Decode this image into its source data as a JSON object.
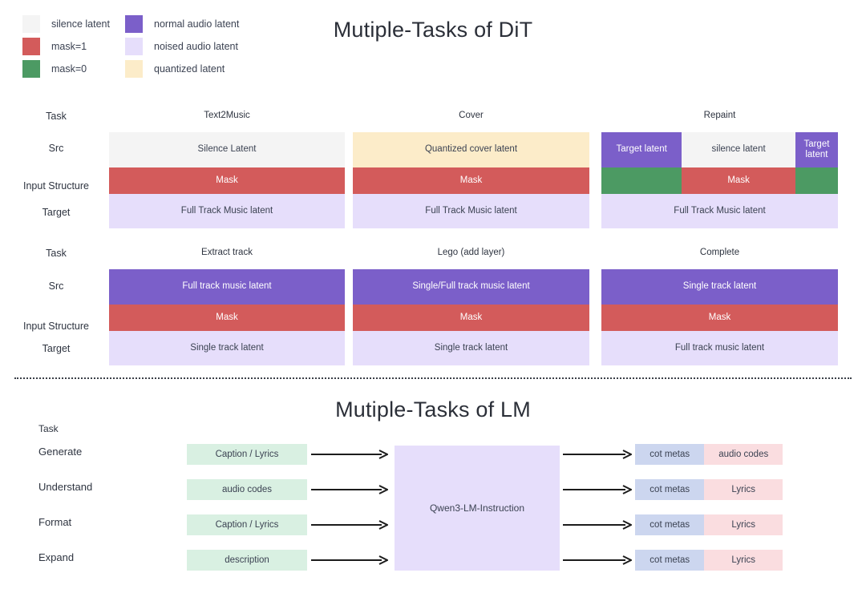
{
  "legend": {
    "columns": [
      [
        {
          "label": "silence latent",
          "color": "#f4f4f4"
        },
        {
          "label": "mask=1",
          "color": "#d35b5b"
        },
        {
          "label": "mask=0",
          "color": "#4c9a63"
        }
      ],
      [
        {
          "label": "normal audio latent",
          "color": "#7b5fc9"
        },
        {
          "label": "noised audio latent",
          "color": "#e6defb"
        },
        {
          "label": "quantized latent",
          "color": "#fcecc9"
        }
      ]
    ]
  },
  "dit": {
    "title": "Mutiple-Tasks of DiT",
    "row_labels": [
      "Task",
      "Src",
      "Input Structure",
      "Target"
    ],
    "groups": [
      {
        "tasks": [
          "Text2Music",
          "Cover",
          "Repaint"
        ],
        "columns": [
          {
            "task": "Text2Music",
            "src": [
              {
                "text": "Silence Latent",
                "color": "#f4f4f4",
                "fg": "light",
                "flex": 1
              }
            ],
            "mask": [
              {
                "text": "Mask",
                "color": "#d35b5b",
                "fg": "dark",
                "flex": 1
              }
            ],
            "target": [
              {
                "text": "Full Track Music latent",
                "color": "#e6defb",
                "fg": "light",
                "flex": 1
              }
            ]
          },
          {
            "task": "Cover",
            "src": [
              {
                "text": "Quantized cover latent",
                "color": "#fcecc9",
                "fg": "light",
                "flex": 1
              }
            ],
            "mask": [
              {
                "text": "Mask",
                "color": "#d35b5b",
                "fg": "dark",
                "flex": 1
              }
            ],
            "target": [
              {
                "text": "Full Track Music latent",
                "color": "#e6defb",
                "fg": "light",
                "flex": 1
              }
            ]
          },
          {
            "task": "Repaint",
            "src": [
              {
                "text": "Target latent",
                "color": "#7b5fc9",
                "fg": "dark",
                "flex": 34
              },
              {
                "text": "silence latent",
                "color": "#f4f4f4",
                "fg": "light",
                "flex": 48
              },
              {
                "text": "Target latent",
                "color": "#7b5fc9",
                "fg": "dark",
                "flex": 18
              }
            ],
            "mask": [
              {
                "text": "",
                "color": "#4c9a63",
                "fg": "dark",
                "flex": 34
              },
              {
                "text": "Mask",
                "color": "#d35b5b",
                "fg": "dark",
                "flex": 48
              },
              {
                "text": "",
                "color": "#4c9a63",
                "fg": "dark",
                "flex": 18
              }
            ],
            "target": [
              {
                "text": "Full Track Music latent",
                "color": "#e6defb",
                "fg": "light",
                "flex": 1
              }
            ]
          }
        ]
      },
      {
        "tasks": [
          "Extract track",
          "Lego (add layer)",
          "Complete"
        ],
        "columns": [
          {
            "task": "Extract track",
            "src": [
              {
                "text": "Full track music latent",
                "color": "#7b5fc9",
                "fg": "dark",
                "flex": 1
              }
            ],
            "mask": [
              {
                "text": "Mask",
                "color": "#d35b5b",
                "fg": "dark",
                "flex": 1
              }
            ],
            "target": [
              {
                "text": "Single track latent",
                "color": "#e6defb",
                "fg": "light",
                "flex": 1
              }
            ]
          },
          {
            "task": "Lego (add layer)",
            "src": [
              {
                "text": "Single/Full track music latent",
                "color": "#7b5fc9",
                "fg": "dark",
                "flex": 1
              }
            ],
            "mask": [
              {
                "text": "Mask",
                "color": "#d35b5b",
                "fg": "dark",
                "flex": 1
              }
            ],
            "target": [
              {
                "text": "Single track latent",
                "color": "#e6defb",
                "fg": "light",
                "flex": 1
              }
            ]
          },
          {
            "task": "Complete",
            "src": [
              {
                "text": "Single track latent",
                "color": "#7b5fc9",
                "fg": "dark",
                "flex": 1
              }
            ],
            "mask": [
              {
                "text": "Mask",
                "color": "#d35b5b",
                "fg": "dark",
                "flex": 1
              }
            ],
            "target": [
              {
                "text": "Full track music latent",
                "color": "#e6defb",
                "fg": "light",
                "flex": 1
              }
            ]
          }
        ]
      }
    ]
  },
  "lm": {
    "title": "Mutiple-Tasks of LM",
    "task_header": "Task",
    "core": {
      "label": "Qwen3-LM-Instruction",
      "color": "#e6defb"
    },
    "input_color": "#d9f0e2",
    "cot_color": "#ccd6ef",
    "out_color": "#fadde0",
    "rows": [
      {
        "task": "Generate",
        "input": "Caption / Lyrics",
        "cot": "cot metas",
        "out": "audio codes"
      },
      {
        "task": "Understand",
        "input": "audio codes",
        "cot": "cot metas",
        "out": "Lyrics"
      },
      {
        "task": "Format",
        "input": "Caption / Lyrics",
        "cot": "cot metas",
        "out": "Lyrics"
      },
      {
        "task": "Expand",
        "input": "description",
        "cot": "cot metas",
        "out": "Lyrics"
      }
    ]
  }
}
